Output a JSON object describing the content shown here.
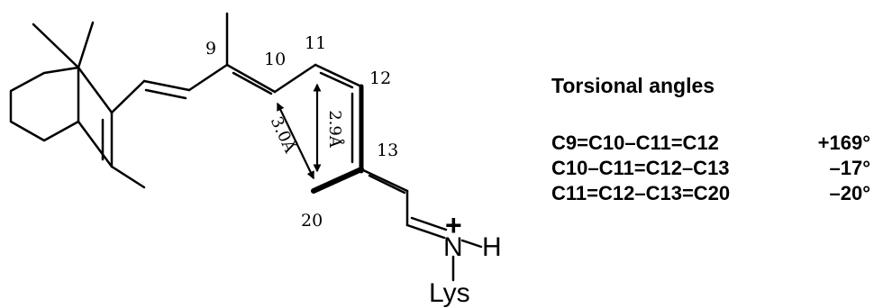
{
  "molecule": {
    "carbon_labels": {
      "c9": "9",
      "c10": "10",
      "c11": "11",
      "c12": "12",
      "c13": "13",
      "c20": "20"
    },
    "distances": {
      "d1": "3.0Å",
      "d2": "2.9Å"
    },
    "atoms": {
      "nitrogen": "N",
      "hydrogen": "H",
      "charge": "+",
      "lysine": "Lys"
    }
  },
  "torsion_table": {
    "title": "Torsional angles",
    "rows": [
      {
        "dihedral": "C9=C10–C11=C12",
        "angle": "+169°"
      },
      {
        "dihedral": "C10–C11=C12–C13",
        "angle": "–17°"
      },
      {
        "dihedral": "C11=C12–C13=C20",
        "angle": "–20°"
      }
    ]
  }
}
